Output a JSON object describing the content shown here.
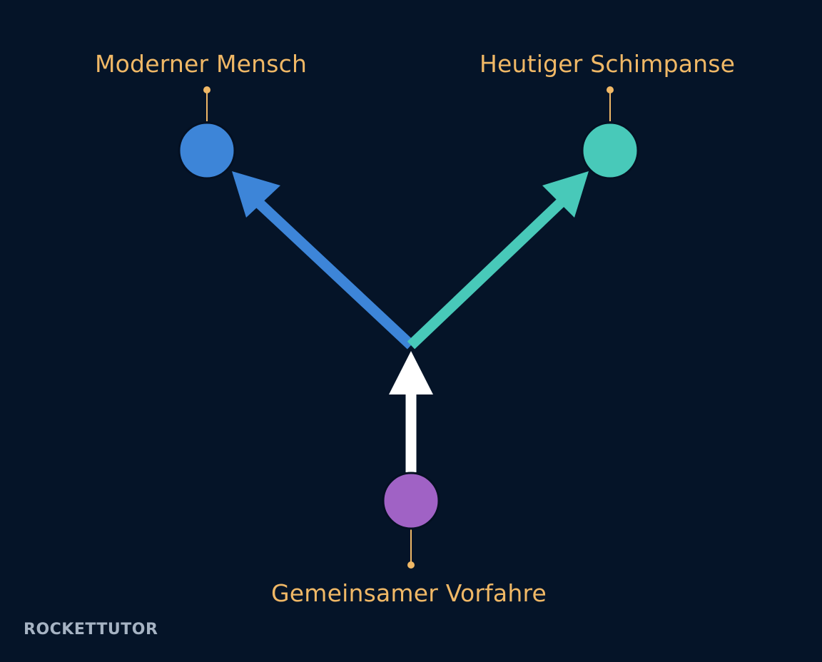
{
  "nodes": {
    "human": {
      "label": "Moderner Mensch",
      "color": "#3d85d8"
    },
    "chimp": {
      "label": "Heutiger Schimpanse",
      "color": "#48c9b9"
    },
    "ancestor": {
      "label": "Gemeinsamer Vorfahre",
      "color": "#a062c5"
    }
  },
  "colors": {
    "background": "#051428",
    "label_text": "#f0b866",
    "ancestor_arrow": "#ffffff"
  },
  "logo": {
    "text": "ROCKETTUTOR"
  }
}
